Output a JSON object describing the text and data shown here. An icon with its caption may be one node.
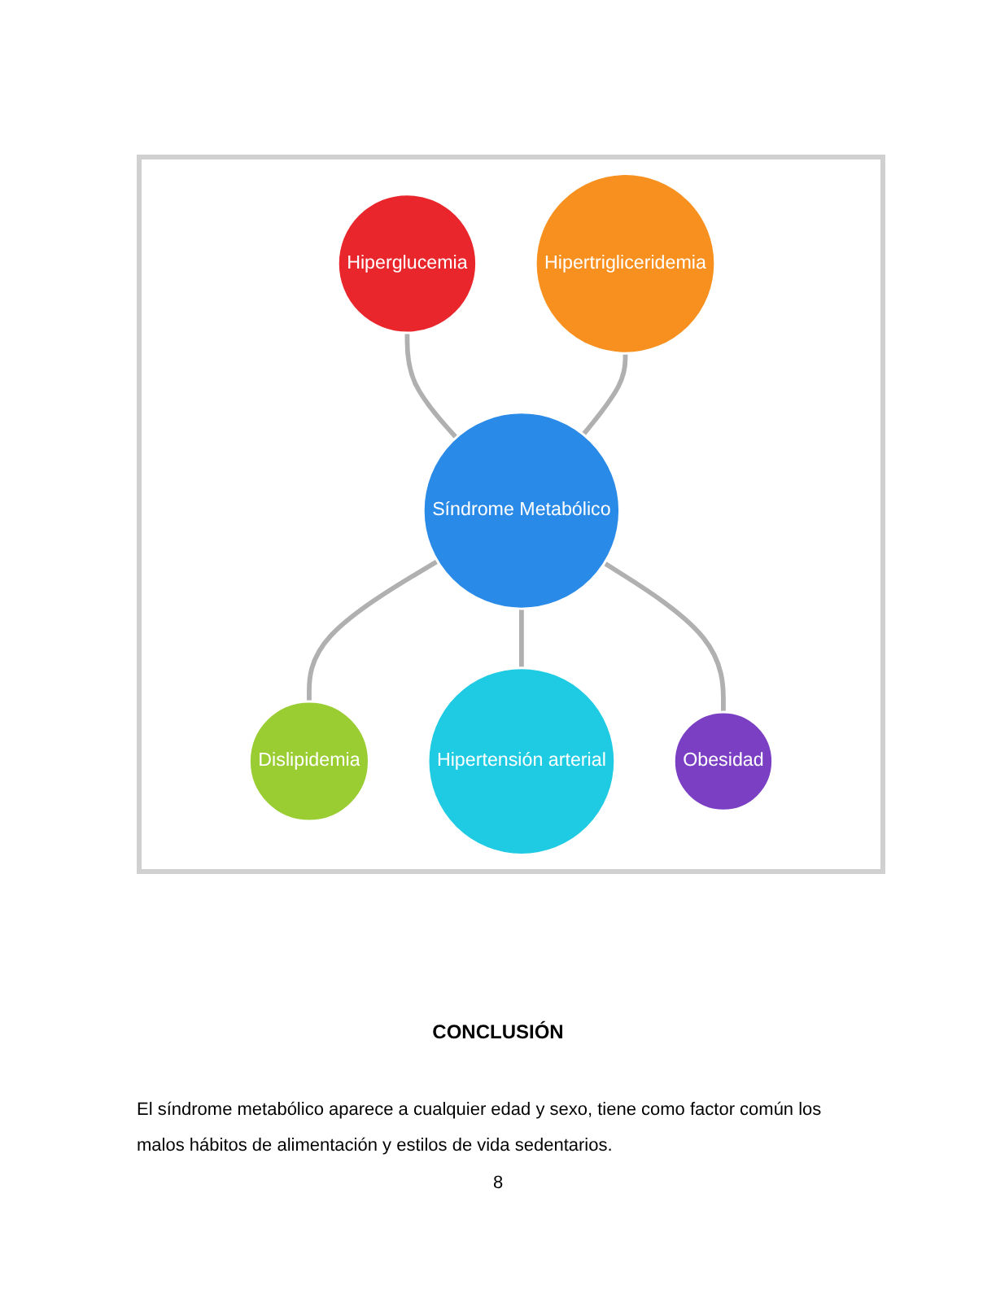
{
  "diagram": {
    "nodes": [
      {
        "text": [
          "Hiperglucemia"
        ]
      },
      {
        "text": [
          "Hipertrigliceridemia"
        ]
      },
      {
        "text": [
          "Dislipidemia"
        ]
      },
      {
        "text": [
          "Síndrome Metabólico"
        ]
      },
      {
        "text": [
          "Hipertensión arterial"
        ]
      },
      {
        "text": [
          "Obesidad"
        ]
      }
    ],
    "edges": [
      {
        "from": 0,
        "to": 3,
        "arrow": "none"
      },
      {
        "from": 1,
        "to": 3,
        "arrow": "none"
      },
      {
        "from": 3,
        "to": 2,
        "arrow": "none"
      },
      {
        "from": 3,
        "to": 4,
        "arrow": "none"
      },
      {
        "from": 3,
        "to": 5,
        "arrow": "none"
      }
    ],
    "labels": [
      "CONCLUSIÓN",
      "El síndrome metabólico aparece a cualquier edad y sexo, tiene como factor común los malos hábitos de alimentación y estilos de vida sedentarios.",
      "8"
    ]
  }
}
